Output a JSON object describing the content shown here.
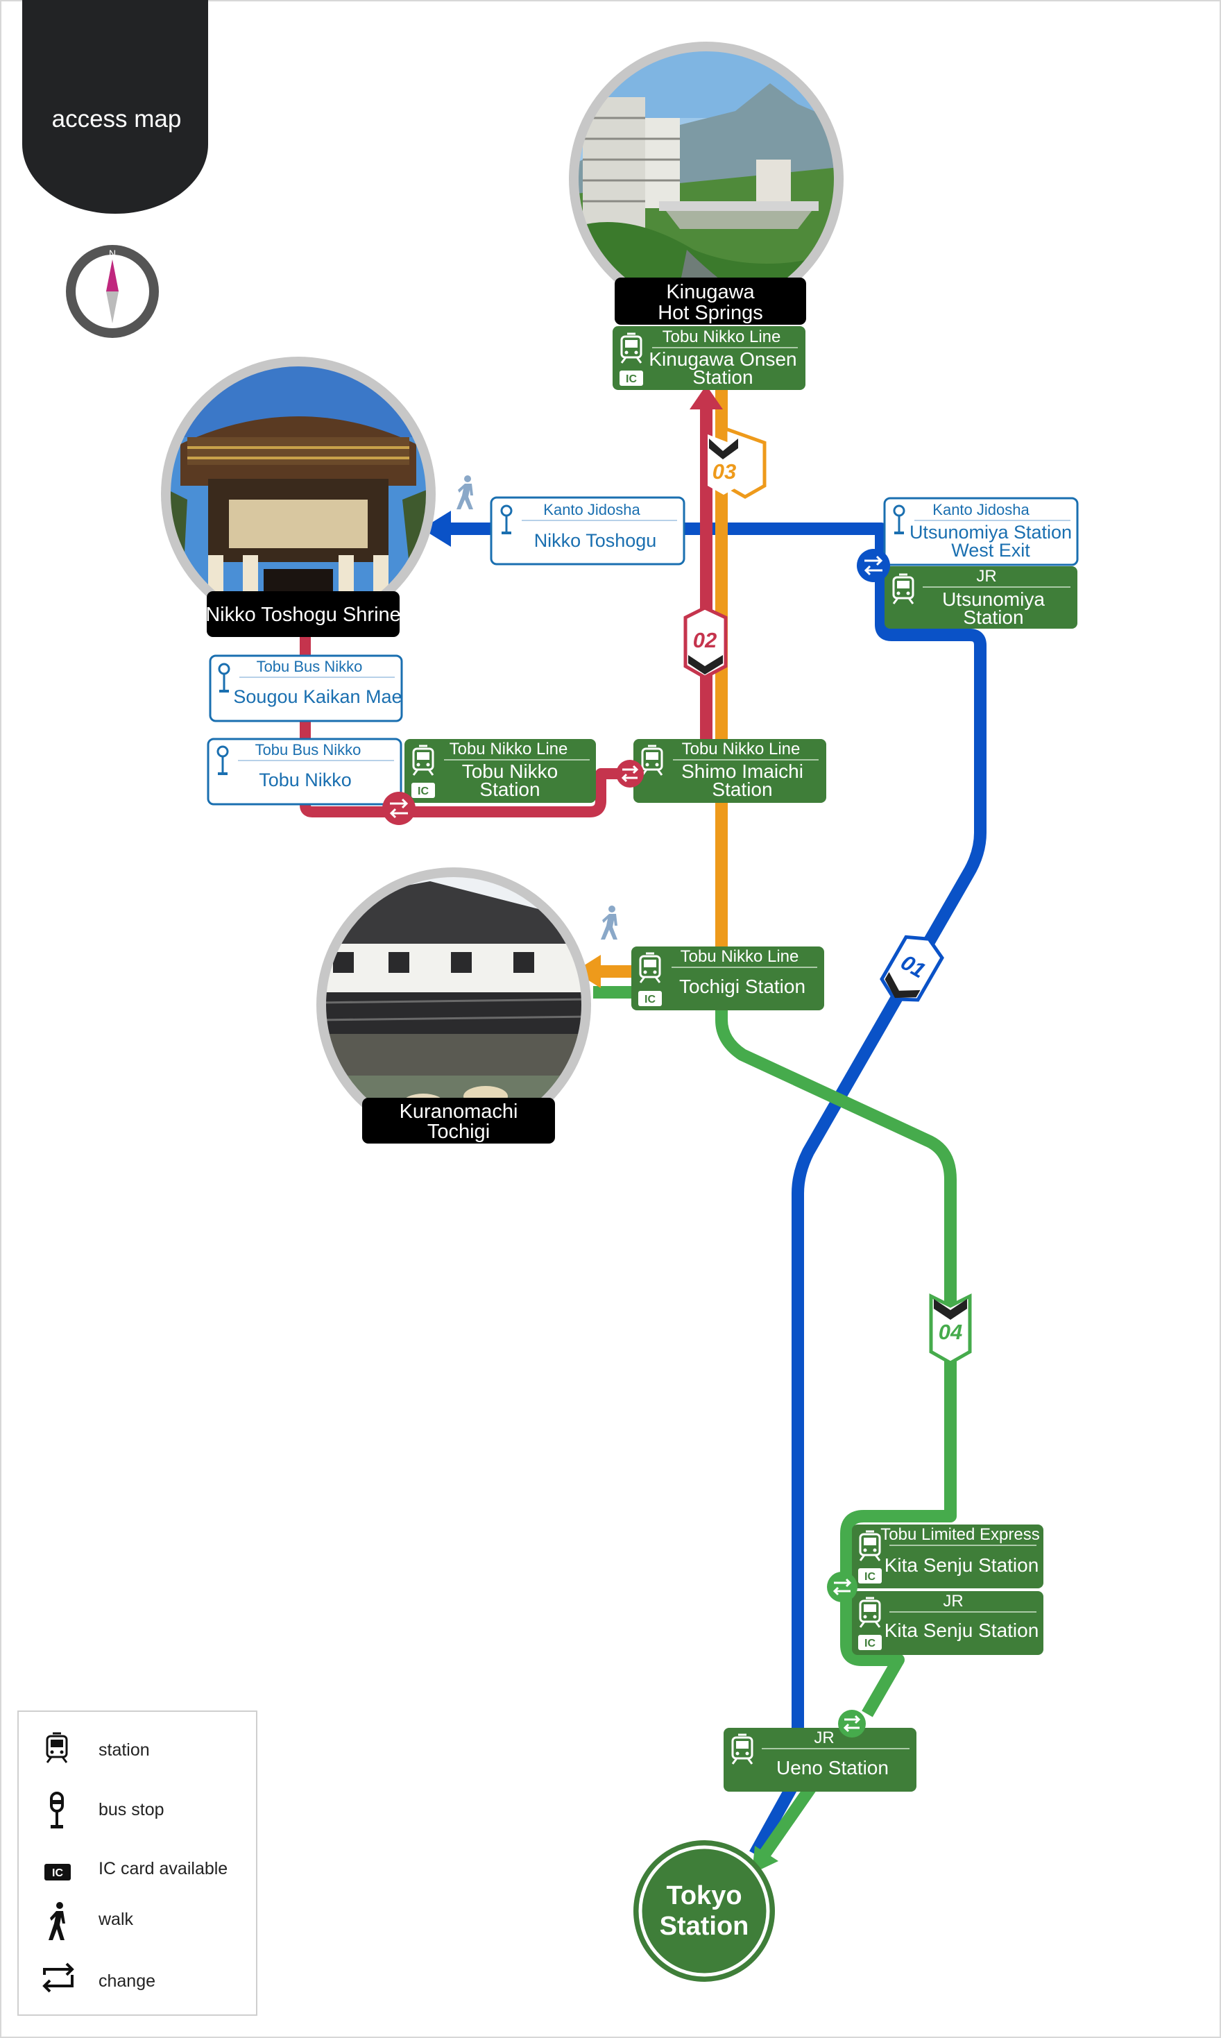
{
  "header": {
    "title": "access map"
  },
  "compass": {
    "label": "N"
  },
  "colors": {
    "route01": "#0a52c7",
    "route02": "#c5344d",
    "route03": "#ee9a1b",
    "route04": "#46ab4c",
    "station_green": "#3f7e39",
    "bus_blue": "#1a6fb0",
    "caption_black": "#000000",
    "header_dark": "#222325"
  },
  "routes": [
    {
      "number": "01"
    },
    {
      "number": "02"
    },
    {
      "number": "03"
    },
    {
      "number": "04"
    }
  ],
  "destinations": {
    "kinugawa": {
      "line1": "Kinugawa",
      "line2": "Hot Springs",
      "image": "hotel-valley-photo"
    },
    "toshogu": {
      "line1": "Nikko Toshogu Shrine",
      "image": "shrine-gate-photo"
    },
    "kuranomachi": {
      "line1": "Kuranomachi",
      "line2": "Tochigi",
      "image": "old-warehouse-canal-photo"
    },
    "tokyo": {
      "line1": "Tokyo",
      "line2": "Station"
    }
  },
  "stations": {
    "kinugawa_onsen": {
      "line": "Tobu Nikko Line",
      "name1": "Kinugawa Onsen",
      "name2": "Station",
      "ic": true
    },
    "utsunomiya": {
      "line": "JR",
      "name1": "Utsunomiya",
      "name2": "Station",
      "ic": false
    },
    "tobu_nikko": {
      "line": "Tobu Nikko Line",
      "name1": "Tobu Nikko",
      "name2": "Station",
      "ic": true
    },
    "shimo_imaichi": {
      "line": "Tobu Nikko Line",
      "name1": "Shimo Imaichi",
      "name2": "Station",
      "ic": false
    },
    "tochigi": {
      "line": "Tobu Nikko Line",
      "name1": "Tochigi Station",
      "ic": true
    },
    "kita_senju_tobu": {
      "line": "Tobu Limited Express",
      "name1": "Kita Senju Station",
      "ic": true
    },
    "kita_senju_jr": {
      "line": "JR",
      "name1": "Kita Senju Station",
      "ic": true
    },
    "ueno": {
      "line": "JR",
      "name1": "Ueno Station",
      "ic": false
    }
  },
  "bus_stops": {
    "nikko_toshogu": {
      "operator": "Kanto Jidosha",
      "name1": "Nikko Toshogu"
    },
    "utsunomiya_west": {
      "operator": "Kanto Jidosha",
      "name1": "Utsunomiya Station",
      "name2": "West Exit"
    },
    "sougou_kaikan": {
      "operator": "Tobu Bus Nikko",
      "name1": "Sougou Kaikan Mae"
    },
    "tobu_nikko_bus": {
      "operator": "Tobu Bus Nikko",
      "name1": "Tobu Nikko"
    }
  },
  "legend": {
    "items": [
      {
        "label": "station",
        "icon": "train-icon"
      },
      {
        "label": "bus stop",
        "icon": "bus-stop-icon"
      },
      {
        "label": "IC card available",
        "icon": "ic-card-icon"
      },
      {
        "label": "walk",
        "icon": "walk-icon"
      },
      {
        "label": "change",
        "icon": "change-icon"
      }
    ]
  },
  "ic_label": "IC"
}
